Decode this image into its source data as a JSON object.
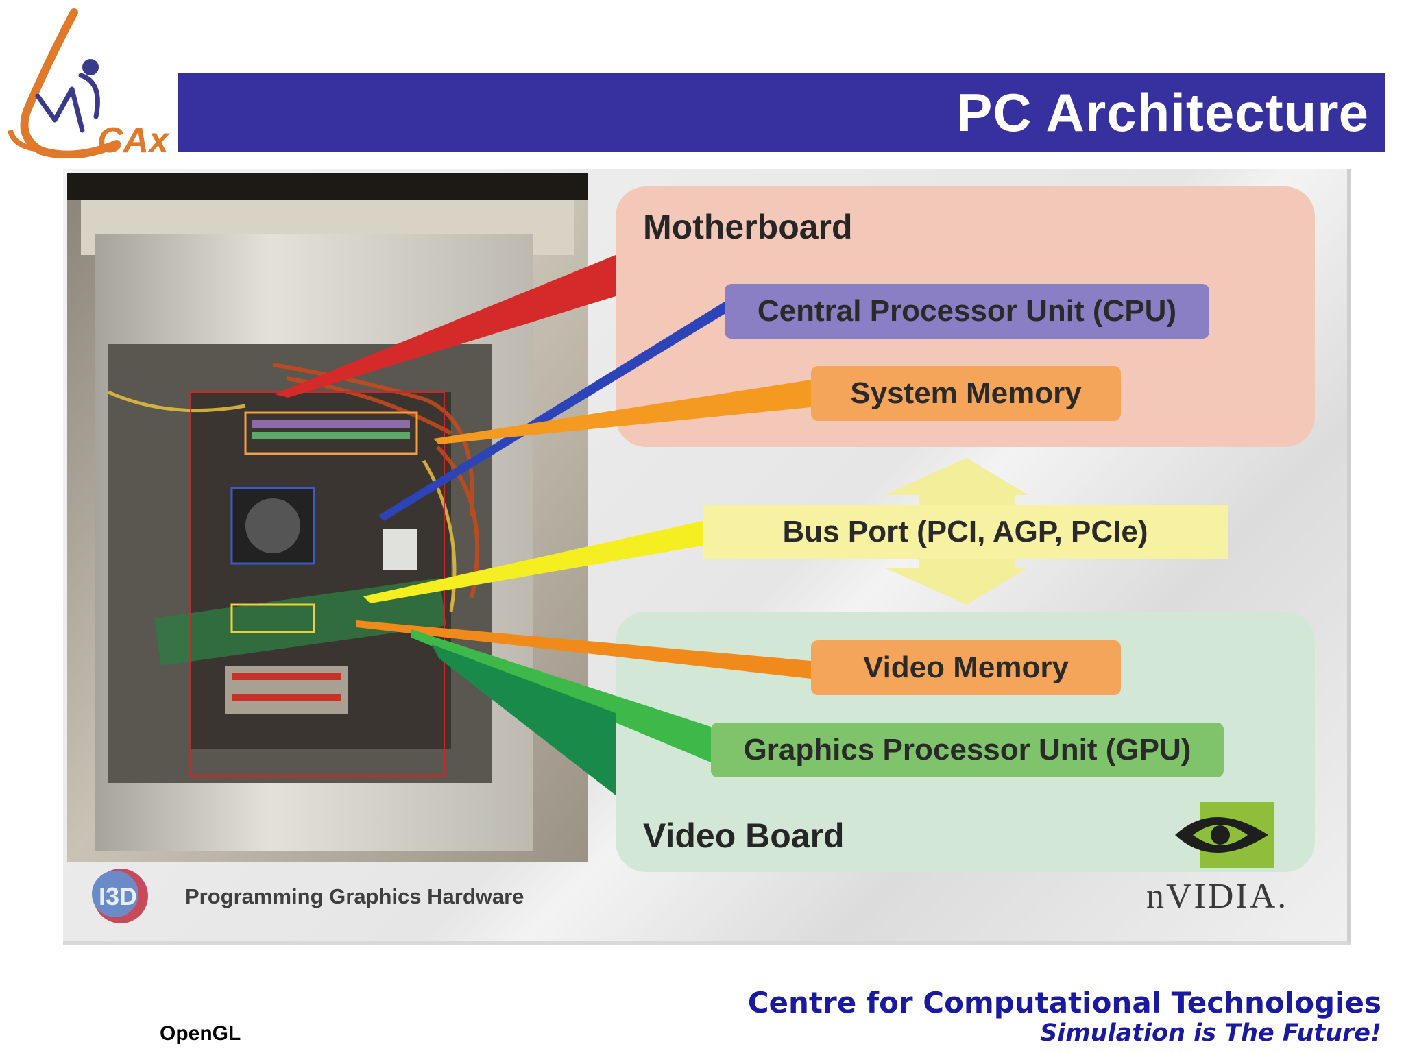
{
  "header": {
    "logo_text": "CAx",
    "title": "PC Architecture"
  },
  "diagram": {
    "motherboard_label": "Motherboard",
    "cpu_label": "Central Processor Unit (CPU)",
    "system_memory_label": "System Memory",
    "bus_label": "Bus Port (PCI, AGP, PCIe)",
    "video_memory_label": "Video Memory",
    "gpu_label": "Graphics Processor Unit (GPU)",
    "video_board_label": "Video Board",
    "colors": {
      "motherboard": "#f3c8b8",
      "video_board": "#d3e7d6",
      "cpu": "#8a7fc4",
      "memory": "#f5a55a",
      "bus": "#f7f2a2",
      "gpu": "#7fc36a",
      "title_bar": "#3731a0"
    }
  },
  "slide": {
    "caption": "Programming Graphics Hardware",
    "i3d_logo_text": "I3D",
    "nvidia_text": "nVIDIA."
  },
  "footer": {
    "organization": "Centre for Computational Technologies",
    "tagline": "Simulation is The Future!",
    "left_label": "OpenGL"
  }
}
